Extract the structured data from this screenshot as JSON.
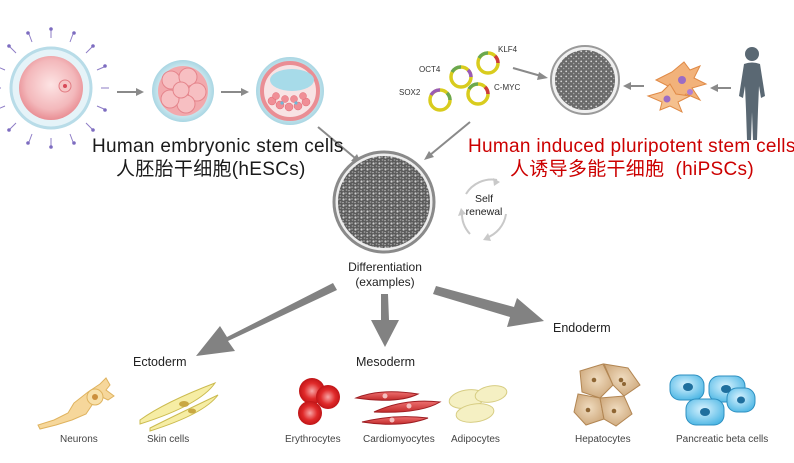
{
  "hesc": {
    "title_en": "Human embryonic stem cells",
    "title_cn": "人胚胎干细胞(hESCs)"
  },
  "hipsc": {
    "title_en": "Human induced pluripotent stem cells",
    "title_cn": "人诱导多能干细胞  (hiPSCs)",
    "factors": [
      "OCT4",
      "KLF4",
      "SOX2",
      "C-MYC"
    ]
  },
  "center": {
    "self_renewal": [
      "Self",
      "renewal"
    ],
    "differentiation": [
      "Differentiation",
      "(examples)"
    ]
  },
  "germ_layers": [
    "Ectoderm",
    "Mesoderm",
    "Endoderm"
  ],
  "cell_types": [
    "Neurons",
    "Skin cells",
    "Erythrocytes",
    "Cardiomyocytes",
    "Adipocytes",
    "Hepatocytes",
    "Pancreatic beta cells"
  ],
  "colors": {
    "red_title": "#cc0000",
    "arrow_gray": "#8a8a8a"
  }
}
